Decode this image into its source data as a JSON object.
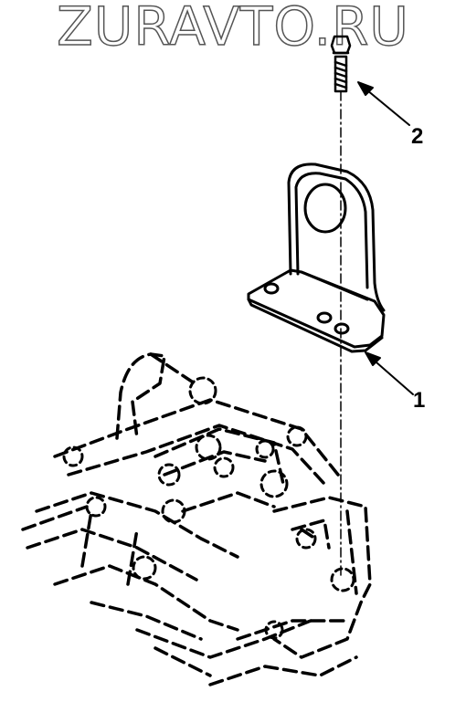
{
  "watermark": {
    "text": "ZURAVTO.RU"
  },
  "callouts": [
    {
      "number": "2",
      "part": "bolt"
    },
    {
      "number": "1",
      "part": "lifting-bracket"
    }
  ],
  "colors": {
    "line": "#000000",
    "background": "#ffffff",
    "watermark_outline": "#555555"
  }
}
